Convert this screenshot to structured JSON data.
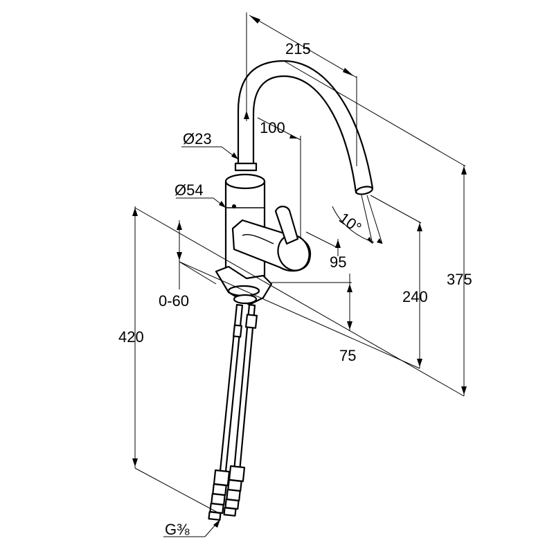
{
  "dimensions": {
    "spout_reach": "215",
    "lever_offset": "100",
    "pipe_diameter": "Ø23",
    "body_diameter": "Ø54",
    "swivel_angle": "10°",
    "lever_depth": "95",
    "counter_thickness": "0-60",
    "base_height": "75",
    "spout_height": "240",
    "total_height": "375",
    "hose_length": "420",
    "connection_thread": "G⅜"
  }
}
